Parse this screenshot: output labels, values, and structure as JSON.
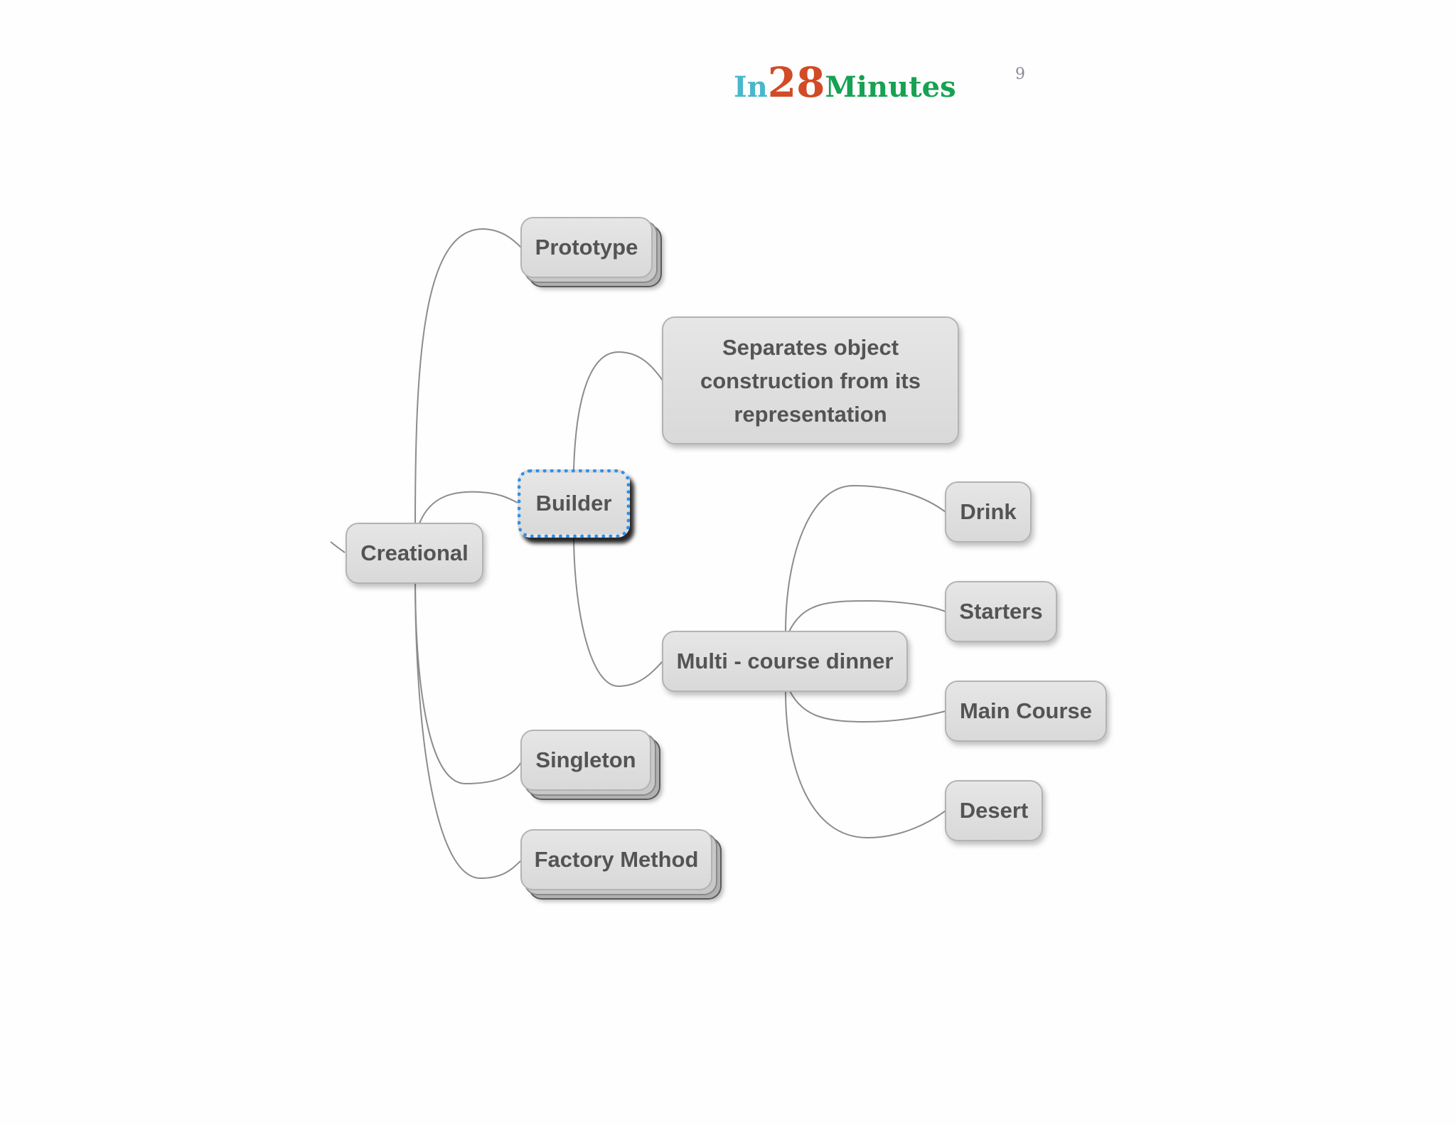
{
  "header": {
    "logo_part1": "In",
    "logo_part2": "28",
    "logo_part3": "Minutes",
    "page_number": "9"
  },
  "colors": {
    "logo_in": "#47b8cc",
    "logo_28": "#d24a26",
    "logo_minutes": "#17a152",
    "link": "#8c8c8c",
    "selection": "#2e8fe8"
  },
  "mindmap": {
    "root": "Creational",
    "prototype": "Prototype",
    "builder": "Builder",
    "builder_description": "Separates object construction from its representation",
    "example": "Multi - course dinner",
    "drink": "Drink",
    "starters": "Starters",
    "main_course": "Main Course",
    "desert": "Desert",
    "singleton": "Singleton",
    "factory_method": "Factory Method"
  }
}
